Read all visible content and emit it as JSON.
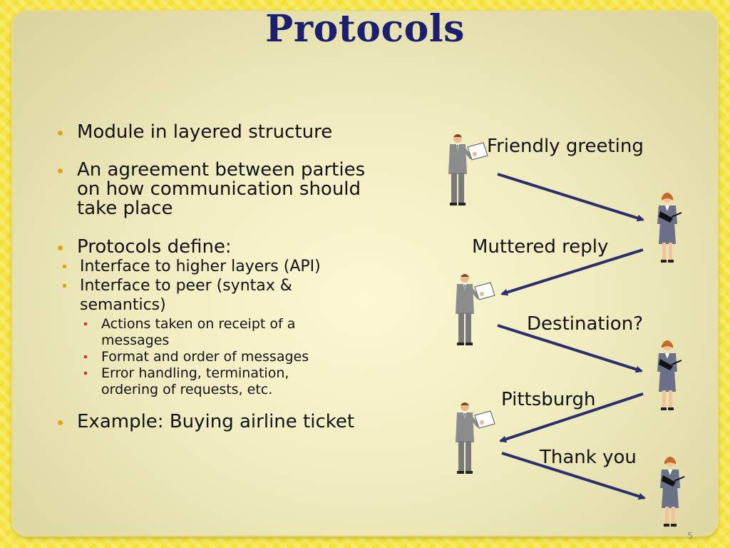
{
  "title": "Protocols",
  "bullets": {
    "b1": "Module in layered structure",
    "b2_line1": "An agreement between parties",
    "b2_line2": "on how communication should",
    "b2_line3": "take place",
    "b3": "Protocols define:",
    "sub1": "Interface to higher layers (API)",
    "sub2_line1": "Interface to peer (syntax &",
    "sub2_line2": "semantics)",
    "subsub1_line1": "Actions taken on receipt of a",
    "subsub1_line2": "messages",
    "subsub2": "Format and order of messages",
    "subsub3_line1": "Error handling, termination,",
    "subsub3_line2": "ordering of requests, etc.",
    "b4": "Example:  Buying airline ticket"
  },
  "diagram": {
    "labels": [
      "Friendly greeting",
      "Muttered reply",
      "Destination?",
      "Pittsburgh",
      "Thank you"
    ]
  },
  "page_number": "5",
  "colors": {
    "title": "#1c1f6e",
    "arrow": "#2b2f6e",
    "bullet": "#e8a21a"
  }
}
